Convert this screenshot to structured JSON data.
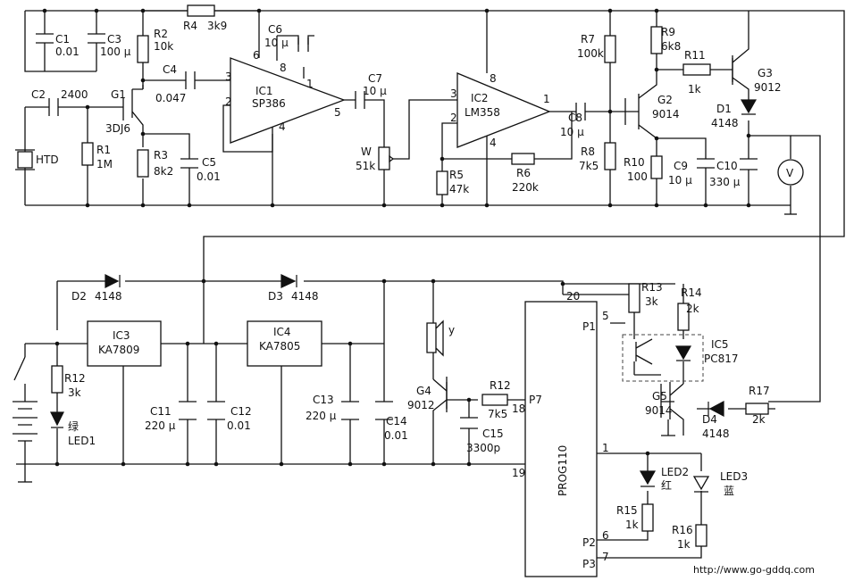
{
  "resistors": {
    "r1": {
      "name": "R1",
      "value": "1M"
    },
    "r2": {
      "name": "R2",
      "value": "10k"
    },
    "r3": {
      "name": "R3",
      "value": "8k2"
    },
    "r4": {
      "name": "R4",
      "value": "3k9"
    },
    "r5": {
      "name": "R5",
      "value": "47k"
    },
    "r6": {
      "name": "R6",
      "value": "220k"
    },
    "r7": {
      "name": "R7",
      "value": "100k"
    },
    "r8": {
      "name": "R8",
      "value": "7k5"
    },
    "r9": {
      "name": "R9",
      "value": "6k8"
    },
    "r10": {
      "name": "R10",
      "value": "100"
    },
    "r11": {
      "name": "R11",
      "value": "1k"
    },
    "r12a": {
      "name": "R12",
      "value": "3k"
    },
    "r12b": {
      "name": "R12",
      "value": "7k5"
    },
    "r13": {
      "name": "R13",
      "value": "3k"
    },
    "r14": {
      "name": "R14",
      "value": "2k"
    },
    "r15": {
      "name": "R15",
      "value": "1k"
    },
    "r16": {
      "name": "R16",
      "value": "1k"
    },
    "r17": {
      "name": "R17",
      "value": "2k"
    },
    "pot": {
      "name": "W",
      "value": "51k"
    }
  },
  "capacitors": {
    "c1": {
      "name": "C1",
      "value": "0.01"
    },
    "c2": {
      "name": "C2",
      "value": "2400"
    },
    "c3": {
      "name": "C3",
      "value": "100 μ"
    },
    "c4": {
      "name": "C4",
      "value": "0.047"
    },
    "c5": {
      "name": "C5",
      "value": "0.01"
    },
    "c6": {
      "name": "C6",
      "value": "10 μ"
    },
    "c7": {
      "name": "C7",
      "value": "10 μ"
    },
    "c8": {
      "name": "C8",
      "value": "10 μ"
    },
    "c9": {
      "name": "C9",
      "value": "10 μ"
    },
    "c10": {
      "name": "C10",
      "value": "330 μ"
    },
    "c11": {
      "name": "C11",
      "value": "220 μ"
    },
    "c12": {
      "name": "C12",
      "value": "0.01"
    },
    "c13": {
      "name": "C13",
      "value": "220 μ"
    },
    "c14": {
      "name": "C14",
      "value": "0.01"
    },
    "c15": {
      "name": "C15",
      "value": "3300p"
    }
  },
  "transistors": {
    "g1": {
      "name": "G1",
      "value": "3DJ6"
    },
    "g2": {
      "name": "G2",
      "value": "9014"
    },
    "g3": {
      "name": "G3",
      "value": "9012"
    },
    "g4": {
      "name": "G4",
      "value": "9012"
    },
    "g5": {
      "name": "G5",
      "value": "9014"
    }
  },
  "diodes": {
    "d1": {
      "name": "D1",
      "value": "4148"
    },
    "d2": {
      "name": "D2",
      "value": "4148"
    },
    "d3": {
      "name": "D3",
      "value": "4148"
    },
    "d4": {
      "name": "D4",
      "value": "4148"
    }
  },
  "ics": {
    "ic1": {
      "name": "IC1",
      "part": "SP386",
      "pins": [
        "6",
        "8",
        "3",
        "2",
        "1",
        "5",
        "4"
      ]
    },
    "ic2": {
      "name": "IC2",
      "part": "LM358",
      "pins": [
        "8",
        "3",
        "2",
        "1",
        "4"
      ]
    },
    "ic3": {
      "name": "IC3",
      "part": "KA7809"
    },
    "ic4": {
      "name": "IC4",
      "part": "KA7805"
    },
    "ic5": {
      "name": "IC5",
      "part": "PC817"
    },
    "mcu": {
      "name": "PROG110",
      "pins": {
        "p20": "20",
        "p1": "P1",
        "p1n": "5",
        "p7": "P7",
        "p7n": "18",
        "p19": "19",
        "pin1": "1",
        "p2": "P2",
        "p2n": "6",
        "p3": "P3",
        "p3n": "7"
      }
    }
  },
  "leds": {
    "led1": {
      "name": "LED1",
      "color": "绿"
    },
    "led2": {
      "name": "LED2",
      "color": "红"
    },
    "led3": {
      "name": "LED3",
      "color": "蓝"
    }
  },
  "misc": {
    "sensor": "HTD",
    "speaker": "y",
    "meter": "V",
    "url": "http://www.go-gddq.com"
  }
}
